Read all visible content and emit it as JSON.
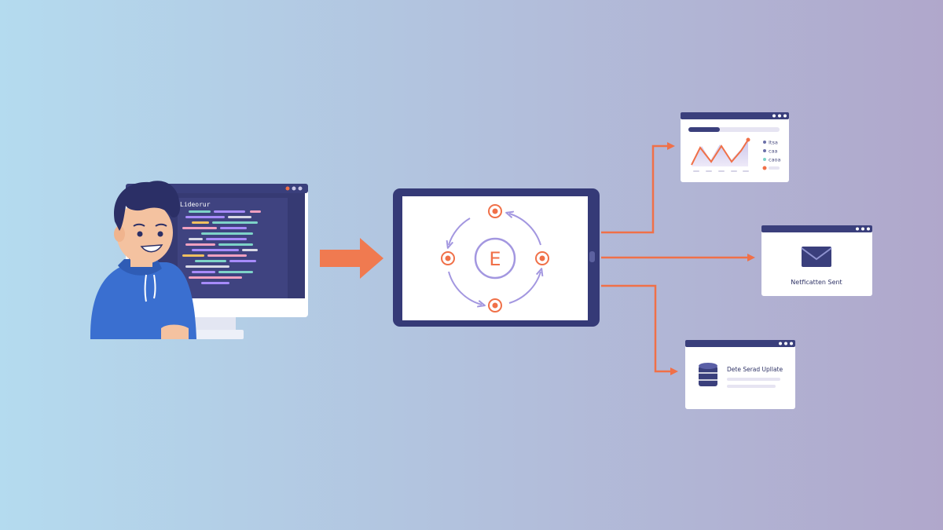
{
  "colors": {
    "bg_left": "#b3d9ee",
    "bg_right": "#b0a8cc",
    "accent": "#f07048",
    "navy": "#3a3f7c",
    "panel_white": "#ffffff",
    "hoodie": "#3a6fd0",
    "orbit": "#a397e0"
  },
  "developer": {
    "editor_title": "Lideorur"
  },
  "hub": {
    "center_label": "E"
  },
  "outputs": {
    "dashboard": {
      "legend": [
        "Itsa",
        "caa",
        "caoa",
        ""
      ],
      "axis_ticks": [
        "",
        "",
        "",
        "",
        ""
      ]
    },
    "notification": {
      "caption": "Netficatten Sent"
    },
    "database": {
      "caption": "Dete Serad Upllate"
    }
  }
}
